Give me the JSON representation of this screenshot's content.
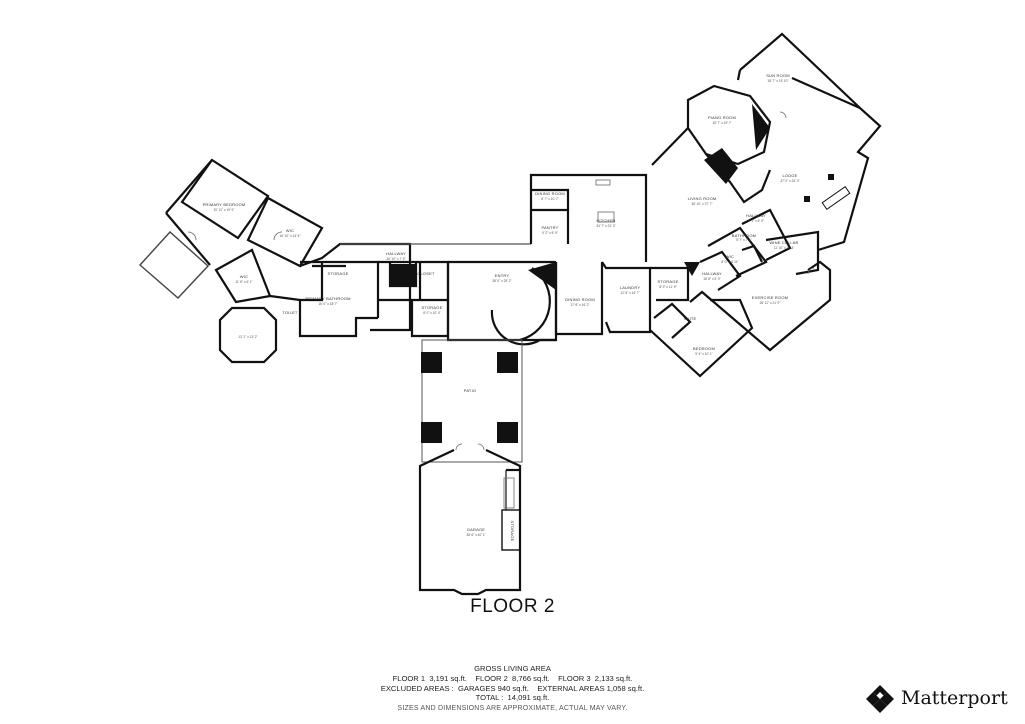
{
  "floor_title": "FLOOR 2",
  "rooms": [
    {
      "key": "primary_bedroom",
      "label": "PRIMARY BEDROOM",
      "dims": "20' 11\" x 19' 9\""
    },
    {
      "key": "wic_1",
      "label": "WIC",
      "dims": "16' 10\" x 14' 6\""
    },
    {
      "key": "wic_2",
      "label": "WIC",
      "dims": "11' 8\" x 6' 1\""
    },
    {
      "key": "round_room",
      "label": "",
      "dims": "13' 1\" x 13' 2\""
    },
    {
      "key": "storage_1",
      "label": "STORAGE",
      "dims": ""
    },
    {
      "key": "hallway_1",
      "label": "HALLWAY",
      "dims": "26' 10\" x 7' 5\""
    },
    {
      "key": "primary_bathroom",
      "label": "PRIMARY BATHROOM",
      "dims": "16' 0\" x 18' 7\""
    },
    {
      "key": "closet_1",
      "label": "CLOSET",
      "dims": ""
    },
    {
      "key": "storage_2",
      "label": "STORAGE",
      "dims": "8' 0\" x 10' 0\""
    },
    {
      "key": "toilet",
      "label": "TOILET",
      "dims": ""
    },
    {
      "key": "dining_room_1",
      "label": "DINING ROOM",
      "dims": "8' 7\" x 10' 7\""
    },
    {
      "key": "pantry",
      "label": "PANTRY",
      "dims": "9' 2\" x 6' 9\""
    },
    {
      "key": "kitchen",
      "label": "KITCHEN",
      "dims": "34' 7\" x 21' 3\""
    },
    {
      "key": "entry",
      "label": "ENTRY",
      "dims": "38' 0\" x 25' 2\""
    },
    {
      "key": "dining_room_2",
      "label": "DINING ROOM",
      "dims": "17' 6\" x 16' 2\""
    },
    {
      "key": "laundry",
      "label": "LAUNDRY",
      "dims": "12' 8\" x 16' 7\""
    },
    {
      "key": "storage_3",
      "label": "STORAGE",
      "dims": "8' 9\" x 11' 9\""
    },
    {
      "key": "patio",
      "label": "PATIO",
      "dims": ""
    },
    {
      "key": "garage",
      "label": "GARAGE",
      "dims": "38' 6\" x 40' 1\""
    },
    {
      "key": "storage_4",
      "label": "STORAGE",
      "dims": ""
    },
    {
      "key": "sun_room",
      "label": "SUN ROOM",
      "dims": "18' 7\" x 15' 10\""
    },
    {
      "key": "piano_room",
      "label": "PIANO ROOM",
      "dims": "18' 7\" x 19' 7\""
    },
    {
      "key": "lodge",
      "label": "LODGE",
      "dims": "37' 0\" x 33' 3\""
    },
    {
      "key": "living_room",
      "label": "LIVING ROOM",
      "dims": "36' 10\" x 37' 7\""
    },
    {
      "key": "hallway_2",
      "label": "HALLWAY",
      "dims": "9' 1\" x 6' 9\""
    },
    {
      "key": "bathroom",
      "label": "BATHROOM",
      "dims": "5' 7\" x 7' 1\""
    },
    {
      "key": "wine_cellar",
      "label": "WINE CELLAR",
      "dims": "11' 10\" x 11' 3\""
    },
    {
      "key": "wic_3",
      "label": "WIC",
      "dims": "8' 0\" x 4' 11\""
    },
    {
      "key": "hallway_3",
      "label": "HALLWAY",
      "dims": "18' 8\" x 5' 0\""
    },
    {
      "key": "exercise_room",
      "label": "EXERCISE ROOM",
      "dims": "26' 11\" x 21' 9\""
    },
    {
      "key": "suite",
      "label": "SUITE",
      "dims": ""
    },
    {
      "key": "bedroom",
      "label": "BEDROOM",
      "dims": "9' 4\" x 10' 1\""
    }
  ],
  "summary": {
    "heading": "GROSS LIVING AREA",
    "floors_line": "FLOOR 1  3,191 sq.ft.    FLOOR 2  8,766 sq.ft.    FLOOR 3  2,133 sq.ft.",
    "excluded_line": "EXCLUDED AREAS :  GARAGES 940 sq.ft.    EXTERNAL AREAS 1,058 sq.ft.",
    "total_line": "TOTAL :  14,091 sq.ft."
  },
  "disclaimer": "SIZES AND DIMENSIONS ARE APPROXIMATE, ACTUAL MAY VARY.",
  "brand": {
    "name": "Matterport",
    "logo_icon": "matterport-logo-icon"
  },
  "colors": {
    "wall": "#111111",
    "thin_line": "#555555",
    "background": "#ffffff"
  }
}
